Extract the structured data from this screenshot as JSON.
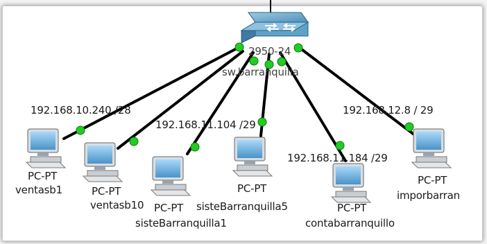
{
  "switch": {
    "icon": "switch-icon",
    "model": "2950-24",
    "name": "sw.barranquilla"
  },
  "subnets": {
    "ventas": "192.168.10.240 /28",
    "siste": "192.168.11.104 /29",
    "conta": "192.168.11.184 /29",
    "impor": "192.168.12.8 / 29"
  },
  "hosts": [
    {
      "type": "PC-PT",
      "name": "ventasb1",
      "icon": "pc-icon"
    },
    {
      "type": "PC-PT",
      "name": "ventasb10",
      "icon": "pc-icon"
    },
    {
      "type": "PC-PT",
      "name": "sisteBarranquilla1",
      "icon": "pc-icon"
    },
    {
      "type": "PC-PT",
      "name": "sisteBarranquilla5",
      "icon": "pc-icon"
    },
    {
      "type": "PC-PT",
      "name": "contabarranquillo",
      "icon": "pc-icon"
    },
    {
      "type": "PC-PT",
      "name": "imporbarran",
      "icon": "pc-icon"
    }
  ],
  "colors": {
    "link": "#000000",
    "link_status": "#22cc22",
    "switch_body": "#5fa2c8",
    "pc_body": "#6fb2e0"
  }
}
